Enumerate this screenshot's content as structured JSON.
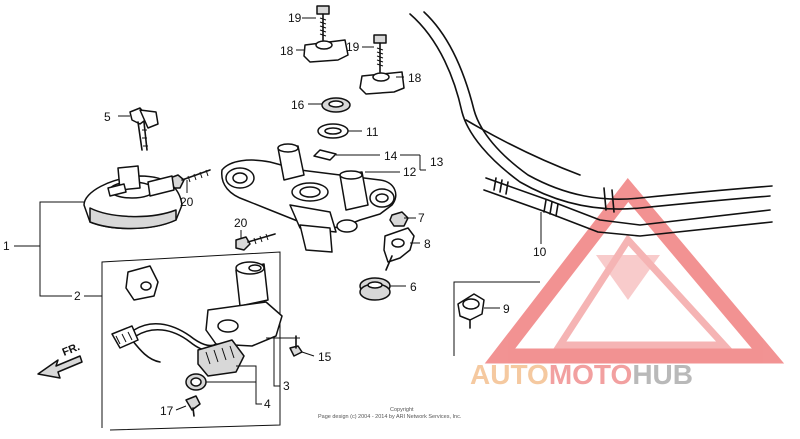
{
  "callouts": {
    "c1": "1",
    "c2": "2",
    "c3": "3",
    "c4": "4",
    "c5": "5",
    "c6": "6",
    "c7": "7",
    "c8": "8",
    "c9": "9",
    "c10": "10",
    "c11": "11",
    "c12": "12",
    "c13": "13",
    "c14": "14",
    "c15": "15",
    "c16": "16",
    "c17": "17",
    "c18a": "18",
    "c18b": "18",
    "c19a": "19",
    "c19b": "19",
    "c20a": "20",
    "c20b": "20"
  },
  "direction_label": "FR.",
  "copyright": {
    "line1": "Copyright",
    "line2": "Page design (c) 2004 - 2014 by ARI Network Services, Inc."
  },
  "watermark": {
    "part1": "AUTO",
    "part2": "MOTO",
    "part3": "HUB",
    "color_auto": "#f5c9a0",
    "color_moto": "#f2a0a0",
    "color_hub": "#b9b9b9",
    "triangle_color": "#f08080"
  }
}
